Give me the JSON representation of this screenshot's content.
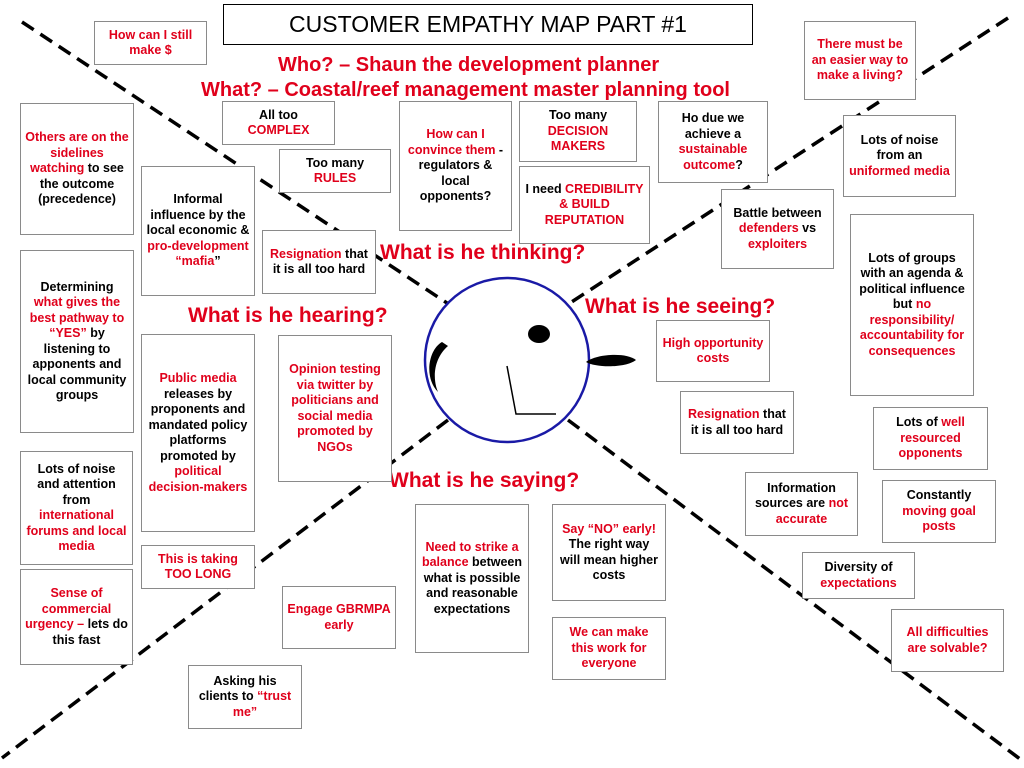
{
  "title": "CUSTOMER EMPATHY MAP PART #1",
  "who": "Who? – Shaun the development planner",
  "what": "What? – Coastal/reef management master planning tool",
  "questions": {
    "thinking": "What is he thinking?",
    "seeing": "What is he seeing?",
    "hearing": "What is he hearing?",
    "saying": "What is he saying?"
  },
  "colors": {
    "accent_red": "#e0001b",
    "text": "#000000",
    "border": "#8a8a8a",
    "face": "#1a1aa6"
  },
  "notes": {
    "make_money": [
      {
        "t": "How can I still make $",
        "r": true
      }
    ],
    "all_too_complex": [
      {
        "t": "All too ",
        "r": false
      },
      {
        "t": "COMPLEX",
        "r": true
      }
    ],
    "too_many_rules": [
      {
        "t": "Too many ",
        "r": false
      },
      {
        "t": "RULES",
        "r": true
      }
    ],
    "convince_them": [
      {
        "t": "How can I convince them",
        "r": true
      },
      {
        "t": " - regulators & local opponents?",
        "r": false
      }
    ],
    "decision_makers": [
      {
        "t": "Too many ",
        "r": false
      },
      {
        "t": "DECISION MAKERS",
        "r": true
      }
    ],
    "credibility": [
      {
        "t": "I need ",
        "r": false
      },
      {
        "t": "CREDIBILITY & BUILD REPUTATION",
        "r": true
      }
    ],
    "sustainable_outcome": [
      {
        "t": "Ho due we achieve a ",
        "r": false
      },
      {
        "t": "sustainable outcome",
        "r": true
      },
      {
        "t": "?",
        "r": false
      }
    ],
    "easier_way": [
      {
        "t": "There must be an easier way to make a living?",
        "r": true
      }
    ],
    "noise_uninformed": [
      {
        "t": "Lots of noise from an ",
        "r": false
      },
      {
        "t": "uniformed media",
        "r": true
      }
    ],
    "battle": [
      {
        "t": "Battle between ",
        "r": false
      },
      {
        "t": "defenders",
        "r": true
      },
      {
        "t": " vs ",
        "r": false
      },
      {
        "t": "exploiters",
        "r": true
      }
    ],
    "groups_agenda": [
      {
        "t": "Lots of groups with an agenda & political influence but ",
        "r": false
      },
      {
        "t": "no responsibility/ accountability for consequences",
        "r": true
      }
    ],
    "sidelines": [
      {
        "t": "Others are on the sidelines watching",
        "r": true
      },
      {
        "t": " to see the outcome (precedence)",
        "r": false
      }
    ],
    "informal_influence": [
      {
        "t": "Informal influence by the local economic & ",
        "r": false
      },
      {
        "t": "pro-development “mafia",
        "r": true
      },
      {
        "t": "”",
        "r": false
      }
    ],
    "resignation_think": [
      {
        "t": "Resignation",
        "r": true
      },
      {
        "t": " that it is all too hard",
        "r": false
      }
    ],
    "determining": [
      {
        "t": "Determining ",
        "r": false
      },
      {
        "t": "what gives the best pathway to “YES”",
        "r": true
      },
      {
        "t": " by listening to apponents and local community groups",
        "r": false
      }
    ],
    "public_media": [
      {
        "t": "Public media",
        "r": true
      },
      {
        "t": " releases by proponents and mandated policy platforms promoted by ",
        "r": false
      },
      {
        "t": "political decision-makers",
        "r": true
      }
    ],
    "opinion_testing": [
      {
        "t": "Opinion testing via twitter by politicians and social media promoted by NGOs",
        "r": true
      }
    ],
    "high_opportunity": [
      {
        "t": "High opportunity costs",
        "r": true
      }
    ],
    "resignation_see": [
      {
        "t": "Resignation",
        "r": true
      },
      {
        "t": " that it is all too hard",
        "r": false
      }
    ],
    "well_resourced": [
      {
        "t": "Lots of ",
        "r": false
      },
      {
        "t": "well resourced opponents",
        "r": true
      }
    ],
    "info_sources": [
      {
        "t": "Information sources are ",
        "r": false
      },
      {
        "t": "not accurate",
        "r": true
      }
    ],
    "moving_goal": [
      {
        "t": "Constantly ",
        "r": false
      },
      {
        "t": "moving goal posts",
        "r": true
      }
    ],
    "diversity": [
      {
        "t": "Diversity of ",
        "r": false
      },
      {
        "t": "expectations",
        "r": true
      }
    ],
    "all_difficulties": [
      {
        "t": "All difficulties are solvable?",
        "r": true
      }
    ],
    "noise_international": [
      {
        "t": "Lots of noise and attention from ",
        "r": false
      },
      {
        "t": "international forums and local media",
        "r": true
      }
    ],
    "too_long": [
      {
        "t": "This is taking TOO LONG",
        "r": true
      }
    ],
    "commercial_urgency": [
      {
        "t": "Sense of commercial urgency –",
        "r": true
      },
      {
        "t": " lets do this fast",
        "r": false
      }
    ],
    "engage": [
      {
        "t": "Engage GBRMPA early",
        "r": true
      }
    ],
    "trust_me": [
      {
        "t": "Asking his clients to ",
        "r": false
      },
      {
        "t": "“trust me”",
        "r": true
      }
    ],
    "strike_balance": [
      {
        "t": "Need to strike a balance",
        "r": true
      },
      {
        "t": " between what is possible and reasonable expectations",
        "r": false
      }
    ],
    "say_no": [
      {
        "t": "Say “NO” early!",
        "r": true
      },
      {
        "t": " The right way will mean higher costs",
        "r": false
      }
    ],
    "work_for_everyone": [
      {
        "t": "We can make this work for everyone",
        "r": true
      }
    ]
  }
}
